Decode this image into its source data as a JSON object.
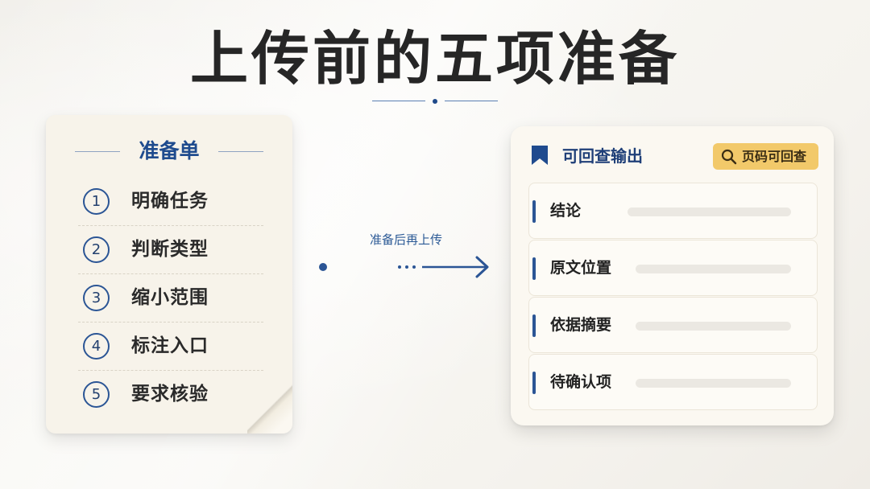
{
  "title": "上传前的五项准备",
  "checklist": {
    "title": "准备单",
    "items": [
      {
        "num": "1",
        "label": "明确任务"
      },
      {
        "num": "2",
        "label": "判断类型"
      },
      {
        "num": "3",
        "label": "缩小范围"
      },
      {
        "num": "4",
        "label": "标注入口"
      },
      {
        "num": "5",
        "label": "要求核验"
      }
    ]
  },
  "arrow": {
    "label": "准备后再上传"
  },
  "output": {
    "title": "可回查输出",
    "chip_label": "页码可回查",
    "fields": [
      {
        "label": "结论"
      },
      {
        "label": "原文位置"
      },
      {
        "label": "依据摘要"
      },
      {
        "label": "待确认项"
      }
    ]
  },
  "colors": {
    "accent": "#1f4b8e",
    "chip": "#f2c96a",
    "title_text": "#262626"
  },
  "icons": [
    "bookmark-icon",
    "search-icon",
    "arrow-right-icon"
  ]
}
